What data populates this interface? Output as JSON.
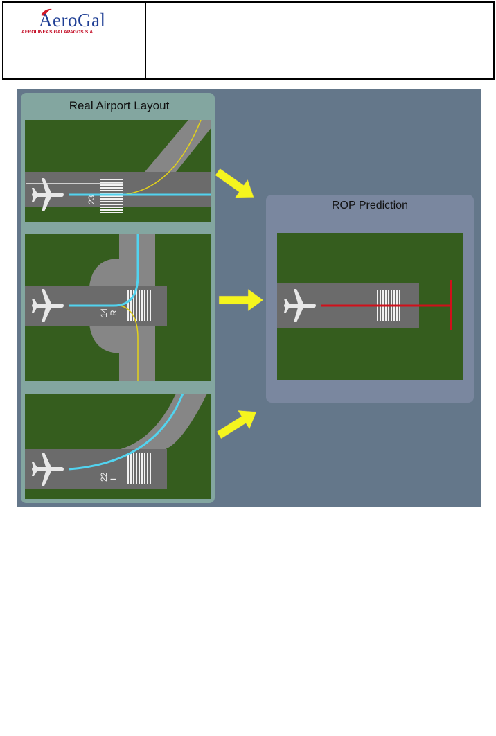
{
  "header": {
    "logo_name": "AeroGal",
    "logo_tagline": "AEROLINEAS GALAPAGOS S.A."
  },
  "figure": {
    "left_panel_title": "Real Airport Layout",
    "right_panel_title": "ROP Prediction",
    "runway_labels": [
      {
        "number": "23",
        "side": ""
      },
      {
        "number": "14",
        "side": "R"
      },
      {
        "number": "22",
        "side": "L"
      }
    ]
  },
  "colors": {
    "grass": "#355d1e",
    "runway": "#6b6b6b",
    "taxiway": "#868686",
    "path": "#52d3ef",
    "taxi_line": "#e3d21a",
    "arrow": "#f5f51e",
    "prediction": "#d0101b"
  }
}
